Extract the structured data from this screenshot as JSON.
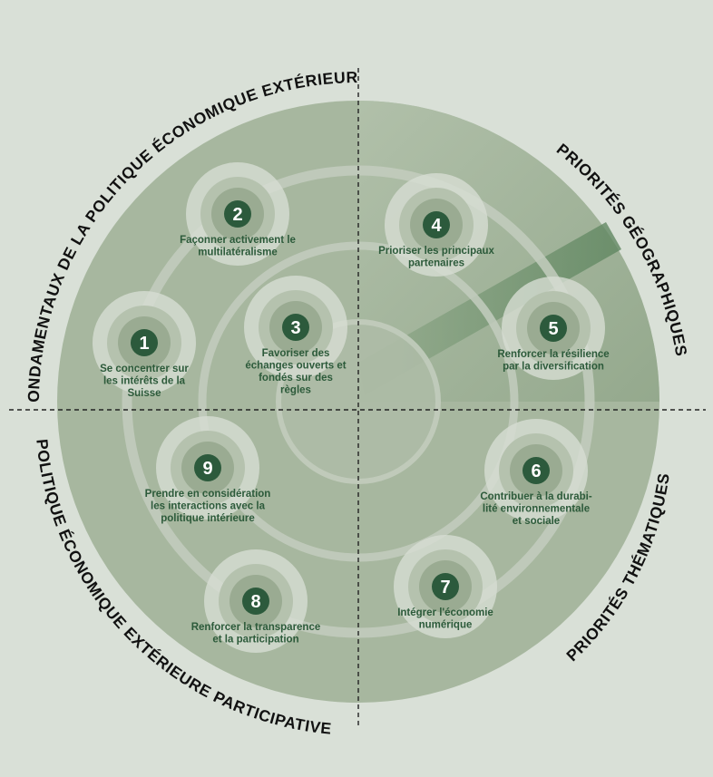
{
  "colors": {
    "background": "#d9e0d7",
    "disc": "#a7b79f",
    "ring_line": "#c3cdbe",
    "badge_fill": "#2c5a3c",
    "label_text": "#2c5a3a",
    "dashed_line": "#222222"
  },
  "quadrant_titles": {
    "top_left": "FONDAMENTAUX DE LA POLITIQUE ÉCONOMIQUE EXTÉRIEURE",
    "top_right": "PRIORITÉS GÉOGRAPHIQUES",
    "bottom_left": "POLITIQUE ÉCONOMIQUE EXTÉRIEURE PARTICIPATIVE",
    "bottom_right": "PRIORITÉS THÉMATIQUES"
  },
  "items": [
    {
      "number": "1",
      "lines": [
        "Se concentrer sur",
        "les intérêts de la",
        "Suisse"
      ]
    },
    {
      "number": "2",
      "lines": [
        "Façonner activement le",
        "multilatéralisme"
      ]
    },
    {
      "number": "3",
      "lines": [
        "Favoriser des",
        "échanges ouverts et",
        "fondés sur des",
        "règles"
      ]
    },
    {
      "number": "4",
      "lines": [
        "Prioriser les principaux",
        "partenaires"
      ]
    },
    {
      "number": "5",
      "lines": [
        "Renforcer la résilience",
        "par la diversification"
      ]
    },
    {
      "number": "6",
      "lines": [
        "Contribuer à la durabi-",
        "lité environnementale",
        "et sociale"
      ]
    },
    {
      "number": "7",
      "lines": [
        "Intégrer l'économie",
        "numérique"
      ]
    },
    {
      "number": "8",
      "lines": [
        "Renforcer la transparence",
        "et la participation"
      ]
    },
    {
      "number": "9",
      "lines": [
        "Prendre en considération",
        "les interactions avec la",
        "politique intérieure"
      ]
    }
  ]
}
